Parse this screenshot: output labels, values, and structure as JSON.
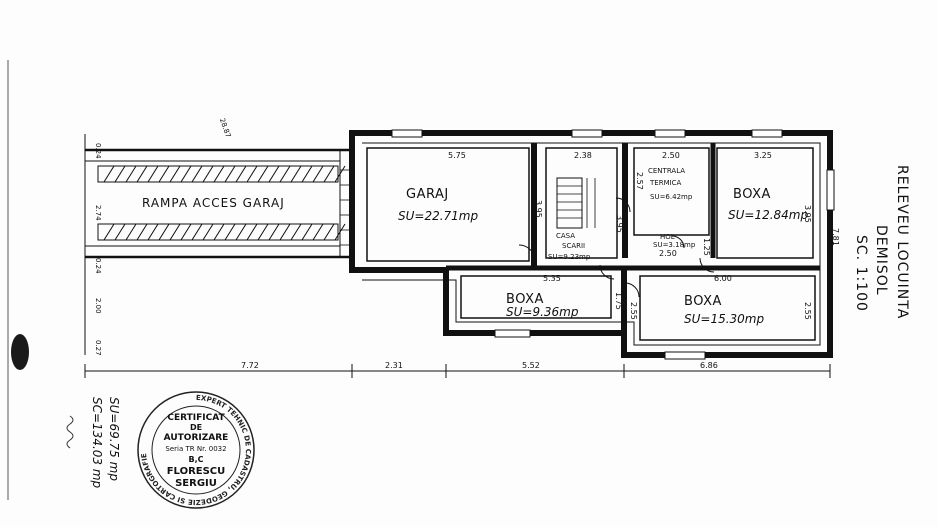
{
  "title": {
    "line1": "RELEVEU LOCUINTA",
    "line2": "DEMISOL",
    "scale": "SC. 1:100"
  },
  "ramp": {
    "label": "RAMPA ACCES GARAJ",
    "note": "28.87"
  },
  "rooms": {
    "garaj": {
      "name": "GARAJ",
      "area": "SU=22.71mp"
    },
    "casa": {
      "name": "CASA",
      "name2": "SCARII",
      "area": "SU=9.23mp"
    },
    "centrala": {
      "name": "CENTRALA",
      "name2": "TERMICA",
      "area": "SU=6.42mp"
    },
    "boxa1": {
      "name": "BOXA",
      "area": "SU=12.84mp"
    },
    "boxa2": {
      "name": "BOXA",
      "area": "SU=9.36mp"
    },
    "boxa3": {
      "name": "BOXA",
      "area": "SU=15.30mp"
    },
    "hol": {
      "name": "HOL",
      "area": "SU=3.18mp"
    }
  },
  "dims": {
    "garaj_w": "5.75",
    "casa_w": "2.38",
    "centrala_w": "2.50",
    "boxa1_w": "3.25",
    "garaj_h": "3.95",
    "casa_h": "3.95",
    "centrala_h": "2.57",
    "boxa1_h": "3.95",
    "right_h": "7.81",
    "boxa2_w": "5.35",
    "boxa3_w": "6.00",
    "boxa2_h": "1.75",
    "boxa3_h": "2.55",
    "boxa3_h_r": "2.55",
    "hol_h": "1.25",
    "hol_w": "2.50",
    "bottom_1": "7.72",
    "bottom_2": "2.31",
    "bottom_3": "5.52",
    "bottom_4": "6.86",
    "ramp_left_1": "0.24",
    "ramp_left_2": "2.74",
    "ramp_left_3": "0.24",
    "ramp_left_4": "2.00",
    "ramp_left_5": "0.27"
  },
  "totals": {
    "su": "SU=69.75 mp",
    "sc": "SC=134.03 mp"
  },
  "stamp": {
    "ring": "EXPERT TEHNIC DE CADASTRU, GEODEZIE SI CARTOGRAFIE",
    "line1": "CERTIFICAT",
    "line2": "DE",
    "line3": "AUTORIZARE",
    "serie": "Seria TR  Nr. 0032",
    "cat": "B,C",
    "name1": "FLORESCU",
    "name2": "SERGIU"
  }
}
